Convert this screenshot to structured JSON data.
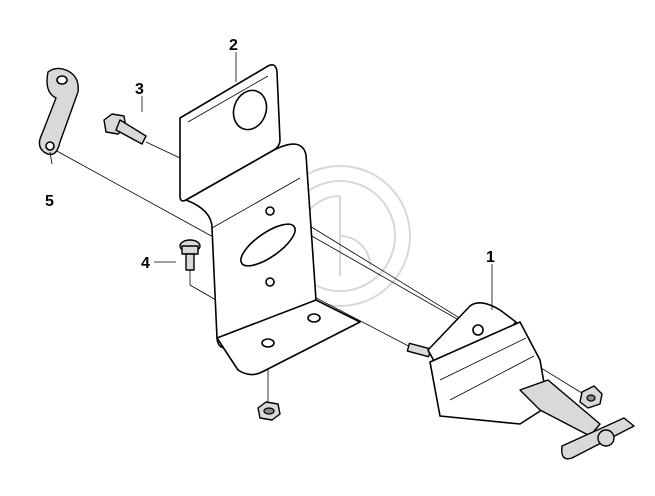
{
  "callouts": [
    {
      "id": "1",
      "label": "1"
    },
    {
      "id": "2",
      "label": "2"
    },
    {
      "id": "3",
      "label": "3"
    },
    {
      "id": "4",
      "label": "4"
    },
    {
      "id": "5",
      "label": "5"
    }
  ],
  "parts": {
    "p1": "hitch-lock-assembly",
    "p2": "mounting-bracket",
    "p3": "flange-bolt",
    "p4": "flange-bolt",
    "p5": "clamp-strap"
  },
  "watermark": "circular-logo"
}
